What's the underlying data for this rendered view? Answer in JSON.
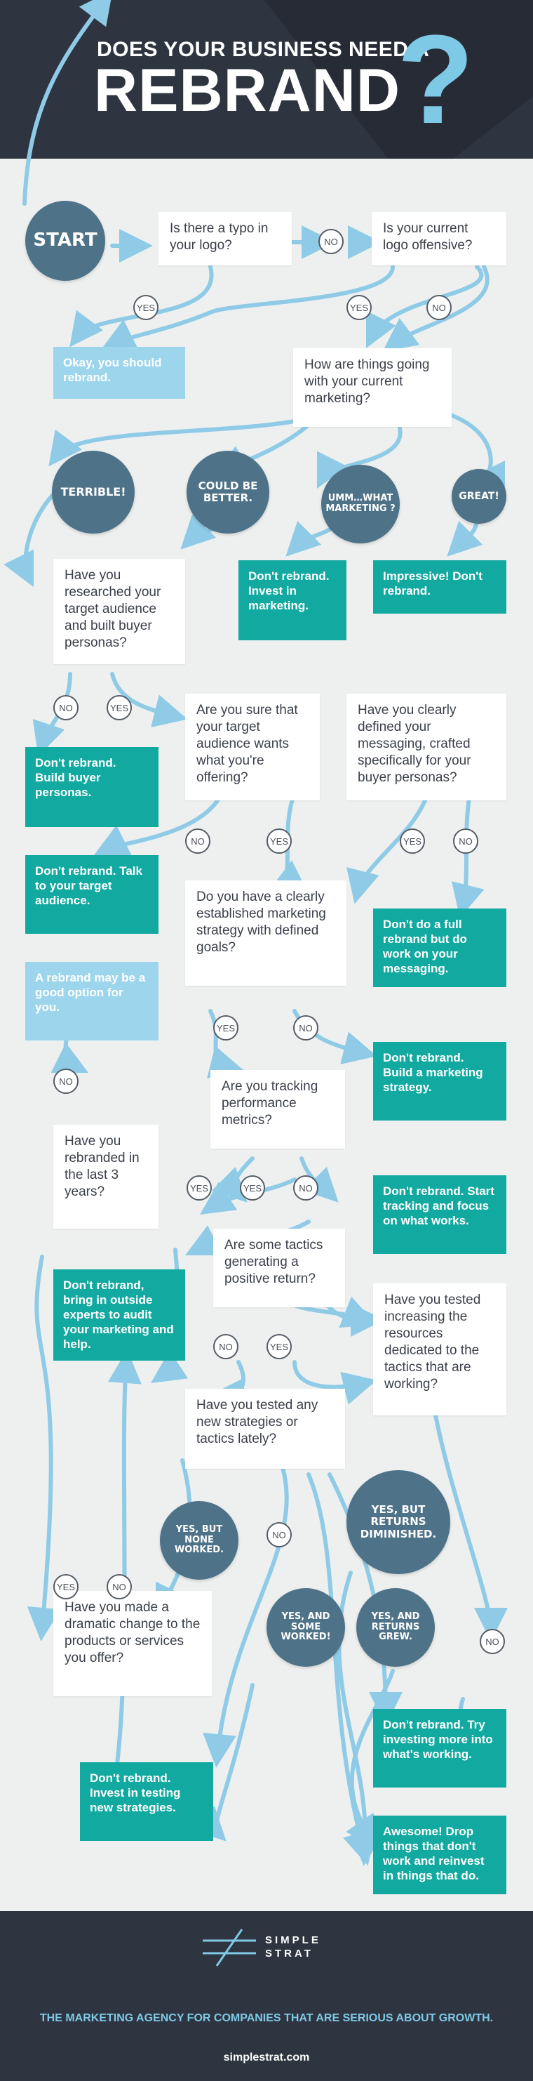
{
  "header": {
    "line1": "DOES YOUR BUSINESS NEED A",
    "line2": "REBRAND",
    "mark": "?"
  },
  "start": "START",
  "questions": {
    "typo": "Is there a typo in your logo?",
    "offensive": "Is your current logo offensive?",
    "marketing": "How are things going with your current marketing?",
    "researched": "Have you researched your target audience and built buyer personas?",
    "audience_wants": "Are you sure that your target audience wants what you're offering?",
    "messaging": "Have you clearly defined your messaging, crafted specifically for your buyer personas?",
    "strategy": "Do you have a clearly established marketing strategy with defined goals?",
    "tracking": "Are you tracking performance metrics?",
    "rebranded": "Have you rebranded in the last 3 years?",
    "positive": "Are some tactics generating a positive return?",
    "tested_increasing": "Have you tested increasing the resources dedicated to the tactics that are working?",
    "tested_new": "Have you tested any new strategies or tactics lately?",
    "dramatic": "Have you made a dramatic change to the products or services you offer?"
  },
  "answers": {
    "should_rebrand": "Okay, you should rebrand.",
    "invest_marketing": "Don't rebrand. Invest in marketing.",
    "impressive": "Impressive! Don't rebrand.",
    "build_personas": "Don't rebrand. Build buyer personas.",
    "talk_audience": "Don't rebrand. Talk to your target audience.",
    "work_messaging": "Don't do a full rebrand but do work on your messaging.",
    "good_option": "A rebrand may be a good option for you.",
    "build_strategy": "Don't rebrand. Build a marketing strategy.",
    "start_tracking": "Don't rebrand. Start tracking and focus on what works.",
    "outside_experts": "Don't rebrand, bring in outside experts to audit your marketing and help.",
    "try_investing": "Don't rebrand. Try investing more into what's working.",
    "invest_testing": "Don't rebrand. Invest in testing new strategies.",
    "awesome": "Awesome! Drop things that don't work and reinvest in things that do."
  },
  "circles": {
    "terrible": "TERRIBLE!",
    "could_be_better": "COULD BE BETTER.",
    "umm": "UMM…WHAT MARKETING ?",
    "great": "GREAT!",
    "yes_none": "YES, BUT NONE WORKED.",
    "yes_diminished": "YES, BUT RETURNS DIMINISHED.",
    "yes_some": "YES, AND SOME WORKED!",
    "yes_grew": "YES, AND RETURNS GREW."
  },
  "labels": {
    "yes": "YES",
    "no": "NO"
  },
  "footer": {
    "logo_line1": "SIMPLE",
    "logo_line2": "STRAT",
    "tagline": "THE MARKETING AGENCY FOR COMPANIES THAT ARE SERIOUS ABOUT GROWTH.",
    "site": "simplestrat.com"
  },
  "colors": {
    "dark": "#2e3440",
    "teal": "#12a9a0",
    "light_blue": "#9dd5ec",
    "circle": "#4e7288",
    "arrow": "#8fcbe6"
  }
}
